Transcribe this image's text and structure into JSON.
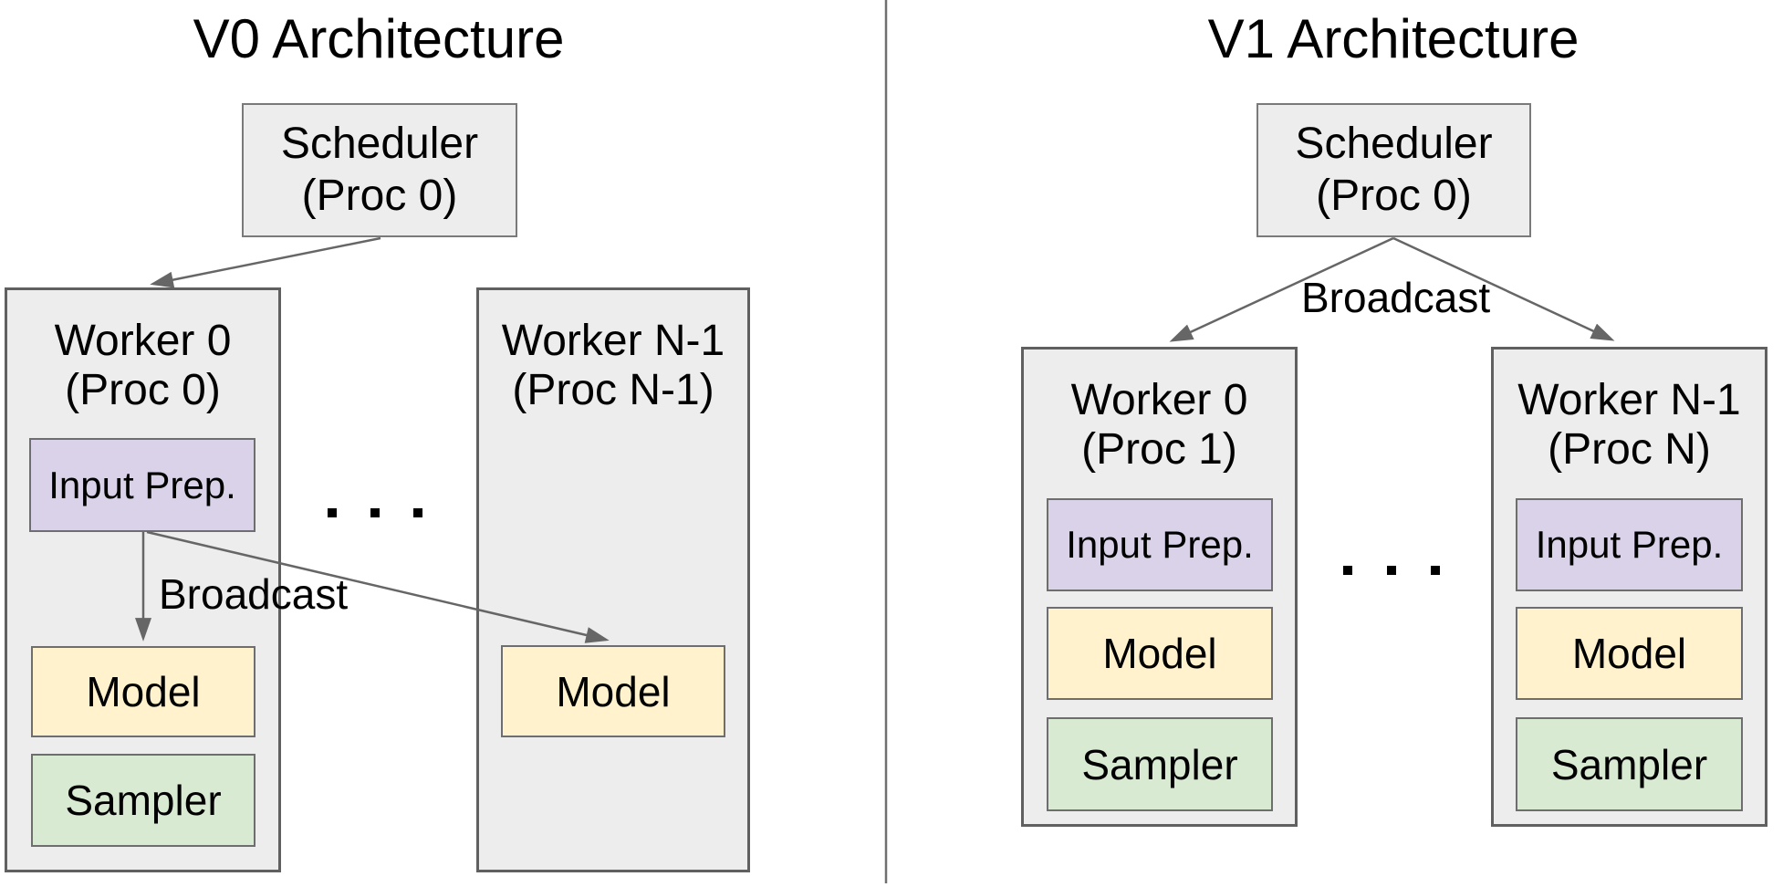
{
  "colors": {
    "input_prep": "#d9d2e9",
    "model": "#fff2cc",
    "sampler": "#d9ead3",
    "container_gray": "#ededed",
    "border_gray": "#6e6e6e",
    "arrow_gray": "#666666",
    "text": "#000000",
    "background": "#ffffff"
  },
  "v0": {
    "title": "V0 Architecture",
    "scheduler": {
      "line1": "Scheduler",
      "line2": "(Proc 0)"
    },
    "broadcast_label": "Broadcast",
    "ellipsis": ". . .",
    "workers": [
      {
        "title_line1": "Worker 0",
        "title_line2": "(Proc 0)",
        "components": [
          {
            "type": "input_prep",
            "label": "Input Prep."
          },
          {
            "type": "model",
            "label": "Model"
          },
          {
            "type": "sampler",
            "label": "Sampler"
          }
        ]
      },
      {
        "title_line1": "Worker N-1",
        "title_line2": "(Proc N-1)",
        "components": [
          {
            "type": "model",
            "label": "Model"
          }
        ]
      }
    ]
  },
  "v1": {
    "title": "V1 Architecture",
    "scheduler": {
      "line1": "Scheduler",
      "line2": "(Proc 0)"
    },
    "broadcast_label": "Broadcast",
    "ellipsis": ". . .",
    "workers": [
      {
        "title_line1": "Worker 0",
        "title_line2": "(Proc 1)",
        "components": [
          {
            "type": "input_prep",
            "label": "Input Prep."
          },
          {
            "type": "model",
            "label": "Model"
          },
          {
            "type": "sampler",
            "label": "Sampler"
          }
        ]
      },
      {
        "title_line1": "Worker N-1",
        "title_line2": "(Proc N)",
        "components": [
          {
            "type": "input_prep",
            "label": "Input Prep."
          },
          {
            "type": "model",
            "label": "Model"
          },
          {
            "type": "sampler",
            "label": "Sampler"
          }
        ]
      }
    ]
  }
}
